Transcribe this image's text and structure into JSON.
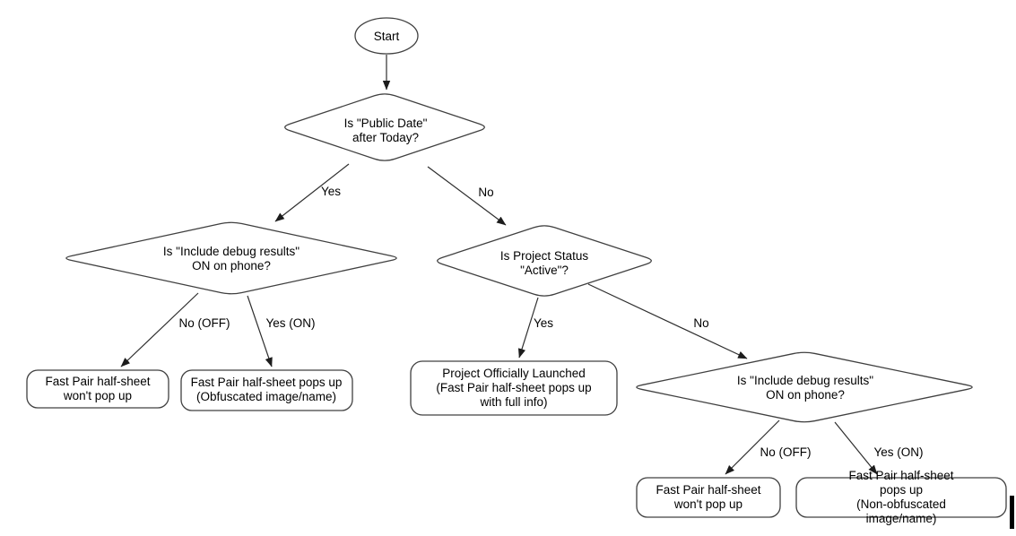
{
  "diagram": {
    "title": "Fast Pair half-sheet decision flowchart",
    "colors": {
      "background": "#ffffff",
      "shape_stroke": "#404040",
      "edge_stroke": "#2e2e2e",
      "text": "#000000",
      "cursor_bar": "#000000"
    },
    "nodes": {
      "start": {
        "type": "terminator",
        "label": "Start"
      },
      "public_date": {
        "type": "decision",
        "label": "Is \"Public Date\"\nafter Today?"
      },
      "debug_left": {
        "type": "decision",
        "label": "Is \"Include debug results\"\nON on phone?"
      },
      "project_status": {
        "type": "decision",
        "label": "Is Project Status\n\"Active\"?"
      },
      "debug_right": {
        "type": "decision",
        "label": "Is \"Include debug results\"\nON on phone?"
      },
      "no_popup_left": {
        "type": "result",
        "label": "Fast Pair half-sheet\nwon't pop up"
      },
      "obfuscated": {
        "type": "result",
        "label": "Fast Pair half-sheet pops up\n(Obfuscated image/name)"
      },
      "launched": {
        "type": "result",
        "label": "Project Officially Launched\n(Fast Pair half-sheet pops up\nwith full info)"
      },
      "no_popup_right": {
        "type": "result",
        "label": "Fast Pair half-sheet\nwon't pop up"
      },
      "non_obfuscated": {
        "type": "result",
        "label": "Fast Pair half-sheet pops up\n(Non-obfuscated image/name)"
      }
    },
    "edges": {
      "start_to_public_date": {
        "from": "start",
        "to": "public_date",
        "label": ""
      },
      "public_date_yes": {
        "from": "public_date",
        "to": "debug_left",
        "label": "Yes"
      },
      "public_date_no": {
        "from": "public_date",
        "to": "project_status",
        "label": "No"
      },
      "debug_left_no": {
        "from": "debug_left",
        "to": "no_popup_left",
        "label": "No (OFF)"
      },
      "debug_left_yes": {
        "from": "debug_left",
        "to": "obfuscated",
        "label": "Yes (ON)"
      },
      "project_status_yes": {
        "from": "project_status",
        "to": "launched",
        "label": "Yes"
      },
      "project_status_no": {
        "from": "project_status",
        "to": "debug_right",
        "label": "No"
      },
      "debug_right_no": {
        "from": "debug_right",
        "to": "no_popup_right",
        "label": "No (OFF)"
      },
      "debug_right_yes": {
        "from": "debug_right",
        "to": "non_obfuscated",
        "label": "Yes (ON)"
      }
    }
  }
}
